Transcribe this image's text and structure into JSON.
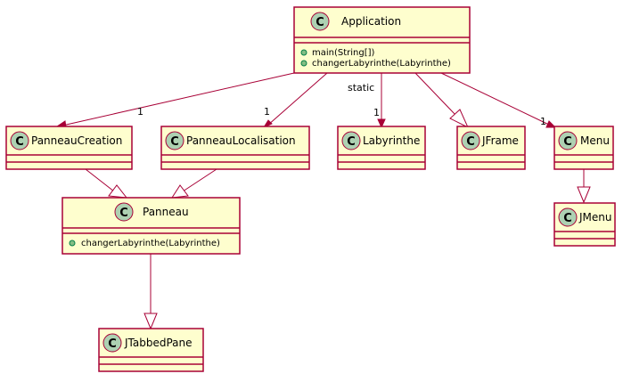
{
  "classes": {
    "application": {
      "name": "Application",
      "stereotype_glyph": "C",
      "methods": [
        "main(String[])",
        "changerLabyrinthe(Labyrinthe)"
      ]
    },
    "panneau_creation": {
      "name": "PanneauCreation",
      "stereotype_glyph": "C"
    },
    "panneau_localisation": {
      "name": "PanneauLocalisation",
      "stereotype_glyph": "C"
    },
    "labyrinthe": {
      "name": "Labyrinthe",
      "stereotype_glyph": "C"
    },
    "jframe": {
      "name": "JFrame",
      "stereotype_glyph": "C"
    },
    "menu": {
      "name": "Menu",
      "stereotype_glyph": "C"
    },
    "panneau": {
      "name": "Panneau",
      "stereotype_glyph": "C",
      "methods": [
        "changerLabyrinthe(Labyrinthe)"
      ]
    },
    "jmenu": {
      "name": "JMenu",
      "stereotype_glyph": "C"
    },
    "jtabbedpane": {
      "name": "JTabbedPane",
      "stereotype_glyph": "C"
    }
  },
  "relations": {
    "app_to_creation": {
      "multiplicity": "1"
    },
    "app_to_localisation": {
      "multiplicity": "1"
    },
    "app_to_labyrinthe": {
      "multiplicity": "1",
      "label": "static"
    },
    "app_to_menu": {
      "multiplicity": "1"
    }
  },
  "colors": {
    "class_fill": "#FEFECE",
    "border": "#A80036",
    "stereotype_circle": "#ADD1B2",
    "method_dot": "#84BE84"
  }
}
